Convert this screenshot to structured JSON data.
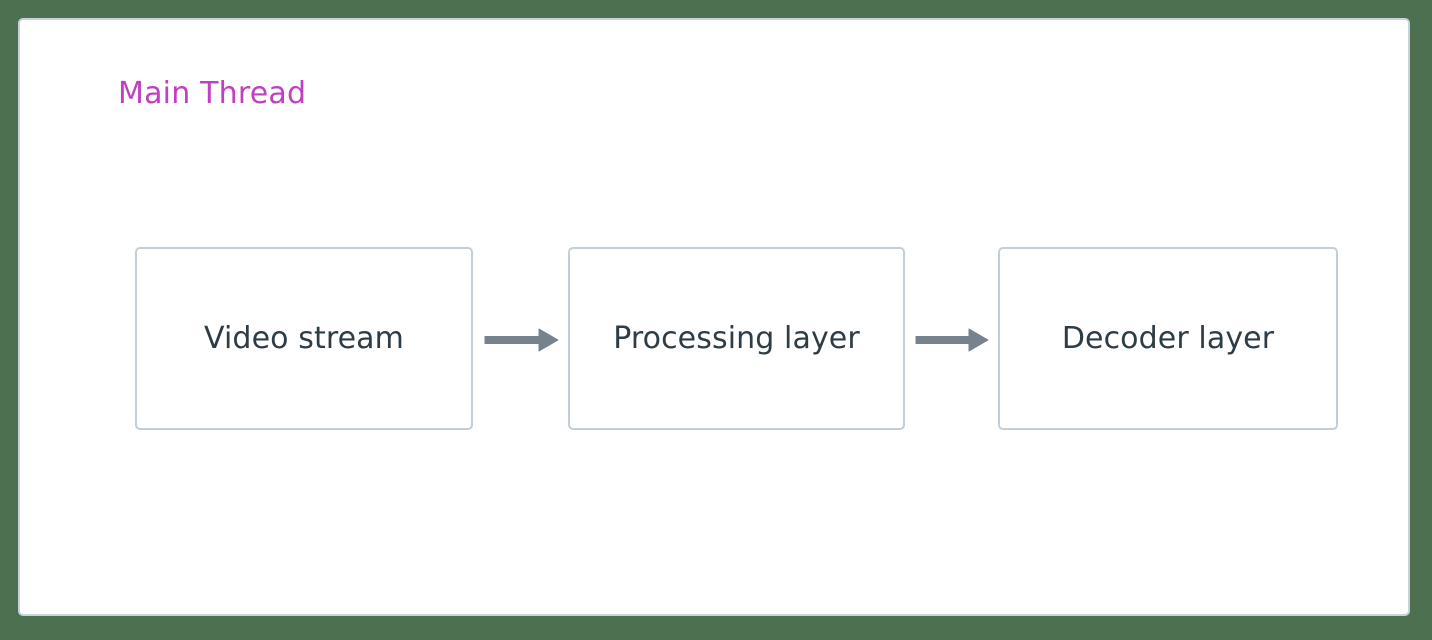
{
  "diagram": {
    "type": "flowchart",
    "direction": "left-to-right",
    "background_color": "#4d7050",
    "subgraph": {
      "title": "Main Thread",
      "title_color": "#c13fc1",
      "fill_color": "#ffffff",
      "border_color": "#c7d2da"
    },
    "node_style": {
      "fill_color": "#ffffff",
      "border_color": "#c0cfd8",
      "text_color": "#2e3c46",
      "shape": "rounded-rectangle"
    },
    "edge_style": {
      "color": "#76838f",
      "arrowhead": "solid-triangle",
      "line": "solid"
    },
    "nodes": [
      {
        "id": "video-stream",
        "label": "Video stream"
      },
      {
        "id": "processing-layer",
        "label": "Processing layer"
      },
      {
        "id": "decoder-layer",
        "label": "Decoder layer"
      }
    ],
    "edges": [
      {
        "id": "edge-1",
        "from": "video-stream",
        "to": "processing-layer",
        "label": ""
      },
      {
        "id": "edge-2",
        "from": "processing-layer",
        "to": "decoder-layer",
        "label": ""
      }
    ]
  }
}
